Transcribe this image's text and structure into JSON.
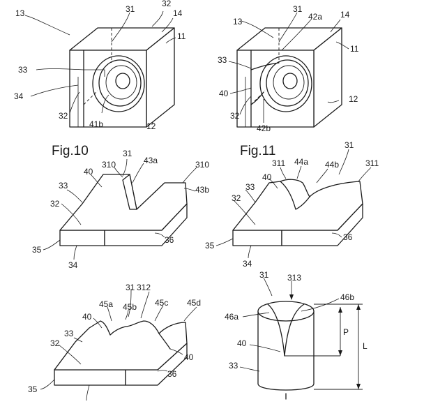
{
  "figures": [
    {
      "title": "Fig.10"
    },
    {
      "title": "Fig.11"
    }
  ],
  "labels": {
    "a13": "13",
    "a31": "31",
    "a32t": "32",
    "a14": "14",
    "a11": "11",
    "a33": "33",
    "a34": "34",
    "a32": "32",
    "a41b": "41b",
    "a12": "12",
    "b13": "13",
    "b31": "31",
    "b42a": "42a",
    "b14": "14",
    "b11": "11",
    "b33": "33",
    "b40": "40",
    "b32": "32",
    "b42b": "42b",
    "b12": "12",
    "c31": "31",
    "c310a": "310",
    "c43a": "43a",
    "c310b": "310",
    "c40": "40",
    "c33": "33",
    "c43b": "43b",
    "c32": "32",
    "c36": "36",
    "c35": "35",
    "c34": "34",
    "d31": "31",
    "d311a": "311",
    "d44a": "44a",
    "d44b": "44b",
    "d311b": "311",
    "d40": "40",
    "d33": "33",
    "d32": "32",
    "d36": "36",
    "d35": "35",
    "d34": "34",
    "e31": "31",
    "e312": "312",
    "e45a": "45a",
    "e45b": "45b",
    "e45c": "45c",
    "e45d": "45d",
    "e40a": "40",
    "e33": "33",
    "e32": "32",
    "e40b": "40",
    "e36": "36",
    "e35": "35",
    "f31": "31",
    "f313": "313",
    "f46b": "46b",
    "f46a": "46a",
    "f40": "40",
    "fP": "P",
    "fL": "L",
    "f33": "33"
  }
}
